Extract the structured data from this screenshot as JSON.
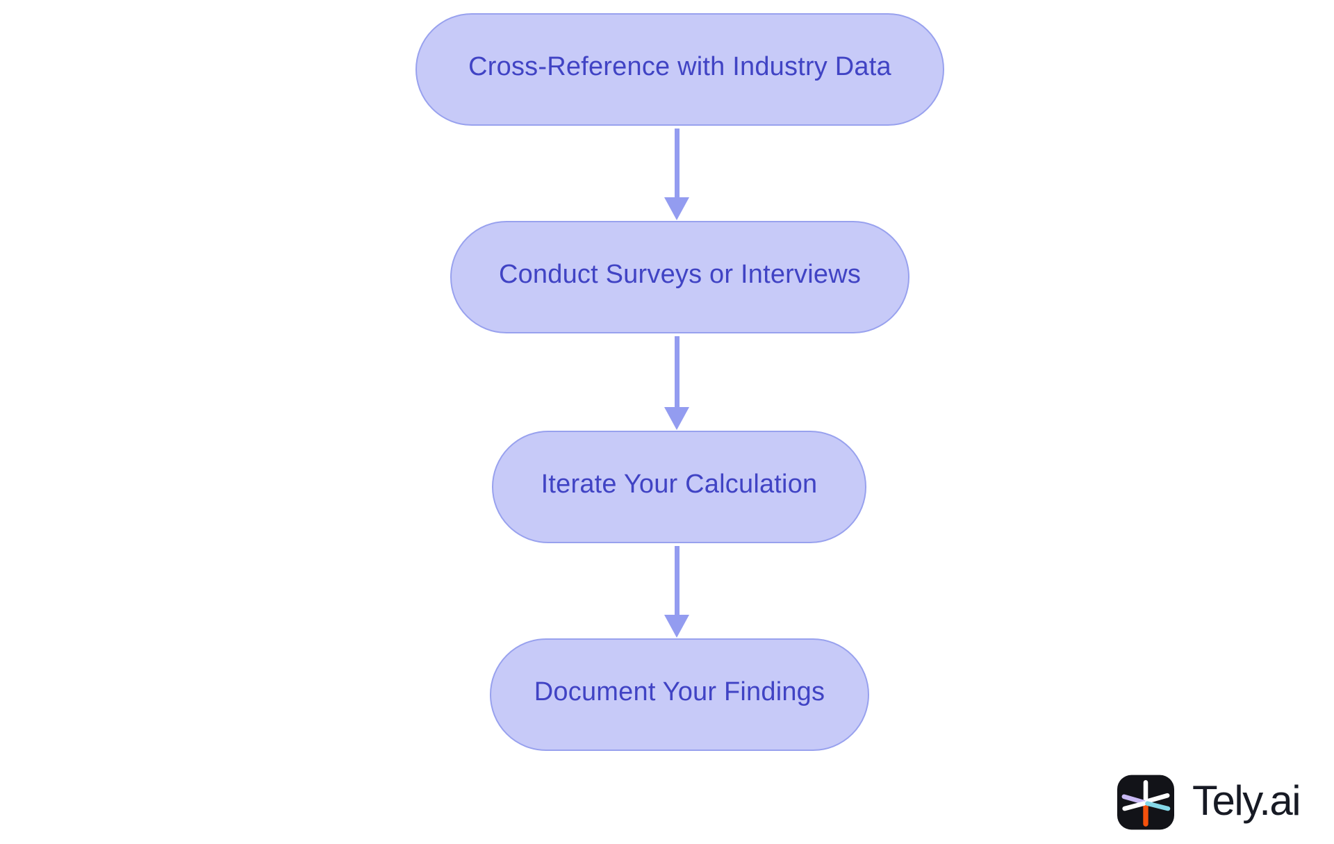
{
  "flowchart": {
    "type": "vertical-flow",
    "nodes": [
      {
        "id": "cross-reference",
        "label": "Cross-Reference with Industry Data"
      },
      {
        "id": "conduct-surveys",
        "label": "Conduct Surveys or Interviews"
      },
      {
        "id": "iterate-calculation",
        "label": "Iterate Your Calculation"
      },
      {
        "id": "document-findings",
        "label": "Document Your Findings"
      }
    ],
    "connections": [
      {
        "from": "cross-reference",
        "to": "conduct-surveys",
        "style": "arrow-down"
      },
      {
        "from": "conduct-surveys",
        "to": "iterate-calculation",
        "style": "arrow-down"
      },
      {
        "from": "iterate-calculation",
        "to": "document-findings",
        "style": "arrow-down"
      }
    ],
    "colors": {
      "background": "#ffffff",
      "node_fill": "#c7caf8",
      "node_border": "#98a1ee",
      "node_text": "#4043c4",
      "arrow": "#939cf0"
    }
  },
  "branding": {
    "wordmark": "Tely.ai",
    "icon": "tely-asterisk-icon",
    "text_color": "#171a24",
    "icon_colors": {
      "background": "#121318",
      "spoke_top": "#ffffff",
      "spoke_bottom": "#f4510c",
      "spoke_upper_left": "#c9b9f4",
      "spoke_lower_left": "#ffffff",
      "spoke_upper_right": "#ffffff",
      "spoke_lower_right": "#85d8e8"
    }
  }
}
